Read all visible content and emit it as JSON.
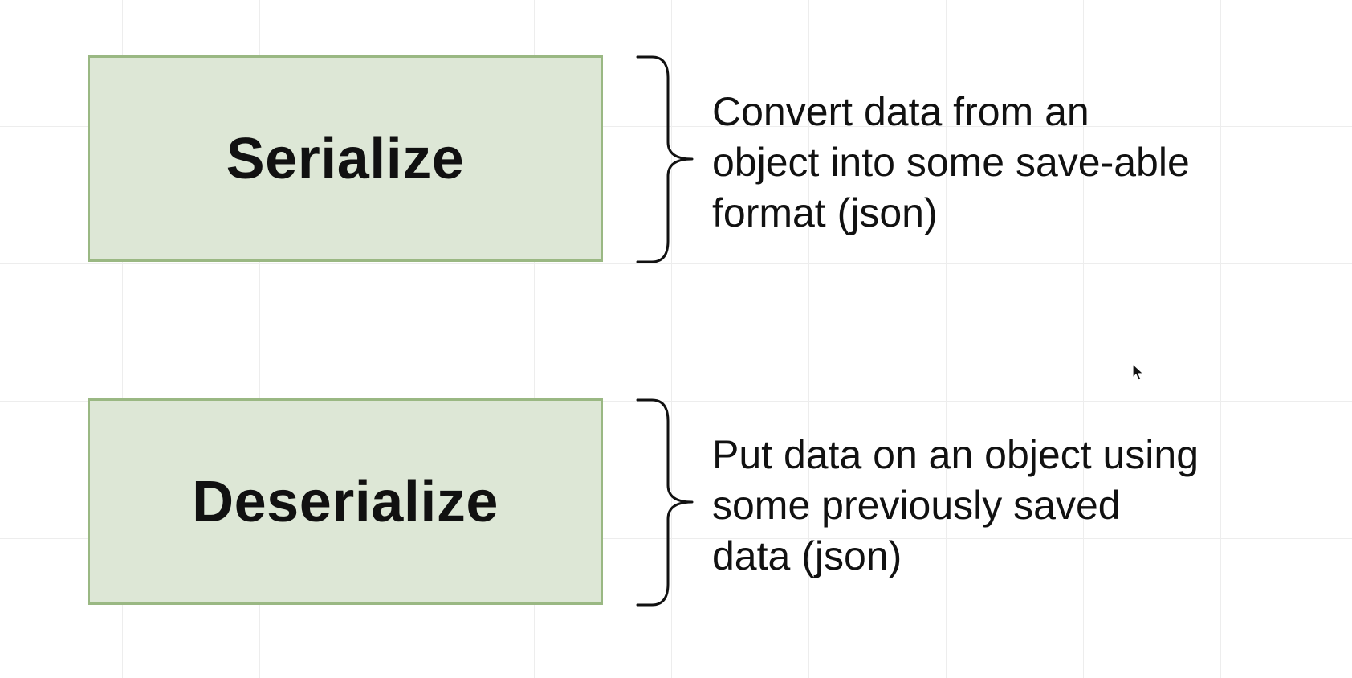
{
  "diagram": {
    "rows": [
      {
        "term": "Serialize",
        "definition_lines": [
          "Convert data from an",
          "object into some save-able",
          "format (json)"
        ]
      },
      {
        "term": "Deserialize",
        "definition_lines": [
          "Put data on an object using",
          "some previously saved",
          "data (json)"
        ]
      }
    ]
  },
  "colors": {
    "box_fill": "#dde7d6",
    "box_border": "#9ab883",
    "text": "#111111",
    "grid": "#ededed"
  },
  "icons": {
    "cursor": "mouse-pointer-icon",
    "brace": "curly-brace-icon"
  }
}
